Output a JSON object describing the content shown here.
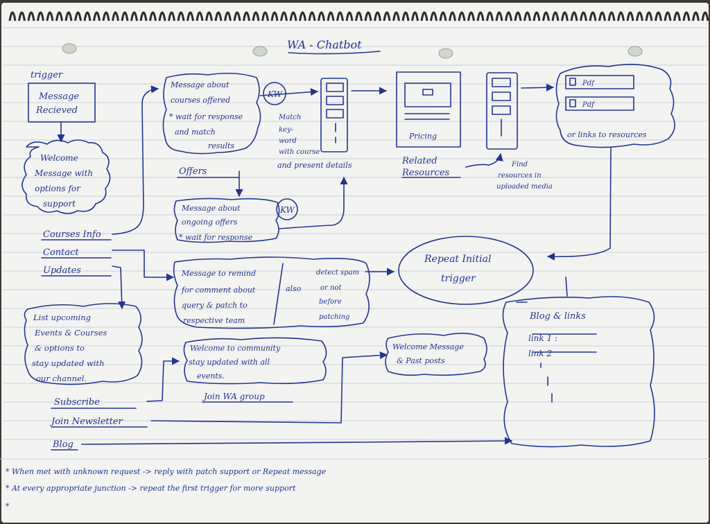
{
  "title": "WA - Chatbot",
  "nodes": {
    "trigger_label": "trigger",
    "message_received": [
      "Message",
      "Recieved"
    ],
    "welcome": [
      "Welcome",
      "Message with",
      "options for",
      "support"
    ],
    "menu": {
      "courses_info": "Courses Info",
      "contact": "Contact",
      "updates": "Updates"
    },
    "courses_msg": [
      "Message about",
      "courses offered",
      "* wait for response",
      "and match",
      "results"
    ],
    "offers_label": "Offers",
    "offers_msg": [
      "Message about",
      "ongoing offers",
      "* wait for response"
    ],
    "kw_label": "KW",
    "match_note": [
      "Match",
      "key-",
      "word",
      "with course",
      "and present details"
    ],
    "pricing_label": "Pricing",
    "related_resources": [
      "Related",
      "Resources"
    ],
    "find_note": [
      "Find",
      "resources in",
      "uploaded media"
    ],
    "pdf_1": "Pdf",
    "pdf_2": "Pdf",
    "links_note": "or links to resources",
    "repeat_trigger": [
      "Repeat Initial",
      "trigger"
    ],
    "contact_msg": [
      "Message to remind",
      "for comment about",
      "query & patch to",
      "respective team"
    ],
    "also_label": "also",
    "spam_note": [
      "detect spam",
      "or not",
      "before",
      "patching"
    ],
    "updates_list": [
      "List upcoming",
      "Events & Courses",
      "& options to",
      "stay updated with",
      "our channel."
    ],
    "subscribe_opts": {
      "subscribe": "Subscribe",
      "newsletter": "Join Newsletter",
      "blog": "Blog"
    },
    "community_msg": [
      "Welcome to community",
      "stay updated with all",
      "events."
    ],
    "join_group": "Join WA group",
    "newsletter_msg": [
      "Welcome Message",
      "& Past posts"
    ],
    "blog_box": {
      "title": "Blog & links",
      "link1": "link 1 :",
      "link2": "link 2"
    }
  },
  "footnotes": [
    "* When met with unknown request -> reply with patch support or Repeat message",
    "* At every appropriate junction -> repeat the first trigger for more support",
    "*"
  ]
}
